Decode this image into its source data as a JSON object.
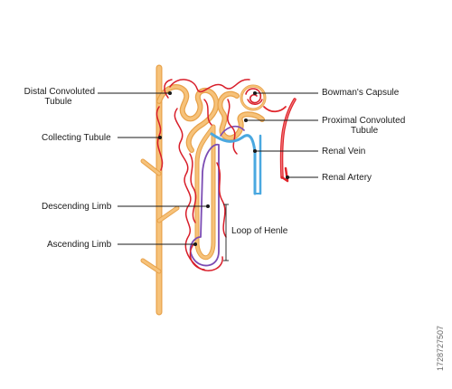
{
  "labels": {
    "distal_convoluted_tubule": {
      "line1": "Distal Convoluted",
      "line2": "Tubule"
    },
    "collecting_tubule": "Collecting Tubule",
    "descending_limb": "Descending Limb",
    "ascending_limb": "Ascending Limb",
    "loop_of_henle": "Loop of Henle",
    "bowmans_capsule": "Bowman's Capsule",
    "proximal_convoluted_tubule": {
      "line1": "Proximal Convoluted",
      "line2": "Tubule"
    },
    "renal_vein": "Renal Vein",
    "renal_artery": "Renal Artery"
  },
  "stock_id": "172872750​7",
  "colors": {
    "tubule": "#f6c27a",
    "tubule_edge": "#e8a24a",
    "artery": "#e0252b",
    "artery_light": "#f07a7e",
    "vein": "#4aa8e0",
    "ascending": "#7b4bb3",
    "capillary": "#d81e2a",
    "leader": "#1a1a1a"
  }
}
